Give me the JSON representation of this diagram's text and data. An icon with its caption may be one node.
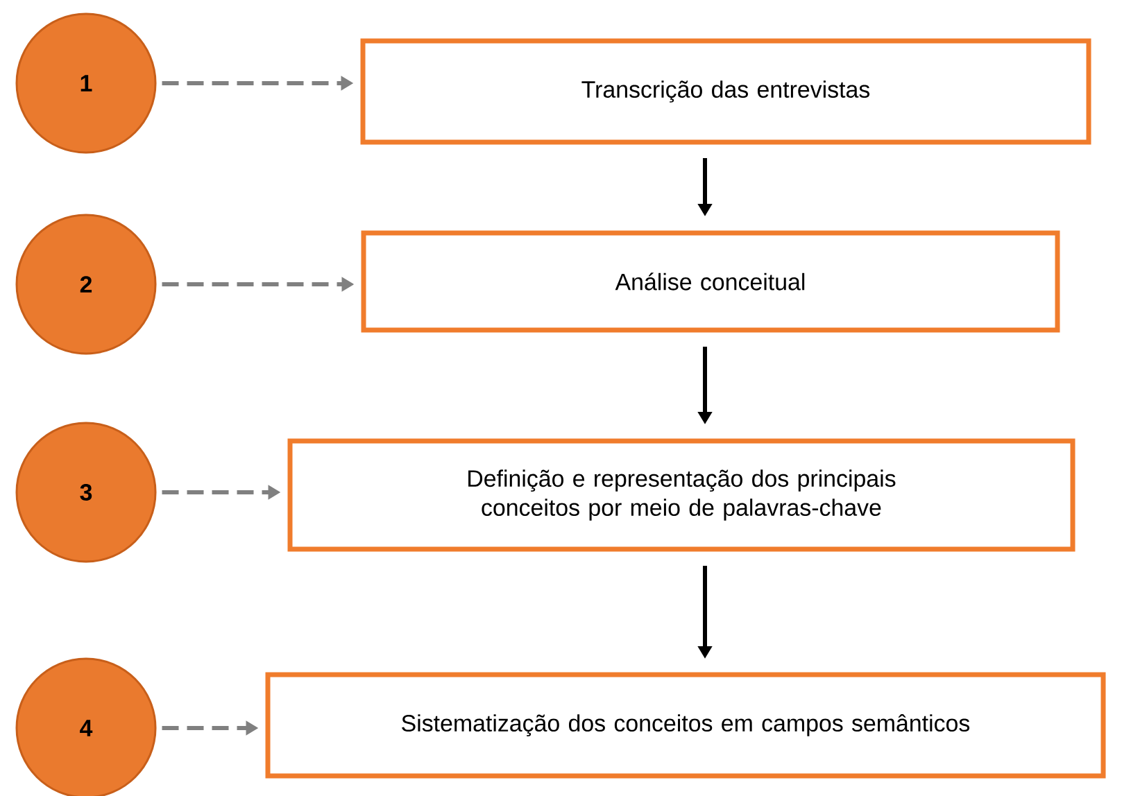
{
  "diagram": {
    "nodes": [
      {
        "text": [
          "1"
        ]
      },
      {
        "text": [
          "Transcrição das entrevistas"
        ]
      },
      {
        "text": [
          "2"
        ]
      },
      {
        "text": [
          "Análise conceitual"
        ]
      },
      {
        "text": [
          "3"
        ]
      },
      {
        "text": [
          "Definição e representação dos principais conceitos por meio de palavras-chave"
        ]
      },
      {
        "text": [
          "4"
        ]
      },
      {
        "text": [
          "Sistematização dos conceitos em campos semânticos"
        ]
      }
    ],
    "edges": [
      {
        "from": 0,
        "to": 1,
        "arrow": "to",
        "style": "dashed"
      },
      {
        "from": 1,
        "to": 3,
        "arrow": "to",
        "color": "#000000"
      },
      {
        "from": 2,
        "to": 3,
        "arrow": "to",
        "style": "dashed"
      },
      {
        "from": 3,
        "to": 5,
        "arrow": "to",
        "color": "#000000"
      },
      {
        "from": 4,
        "to": 5,
        "arrow": "to",
        "style": "dashed"
      },
      {
        "from": 5,
        "to": 7,
        "arrow": "to",
        "color": "#000000"
      },
      {
        "from": 6,
        "to": 7,
        "arrow": "to",
        "style": "dashed"
      }
    ]
  }
}
